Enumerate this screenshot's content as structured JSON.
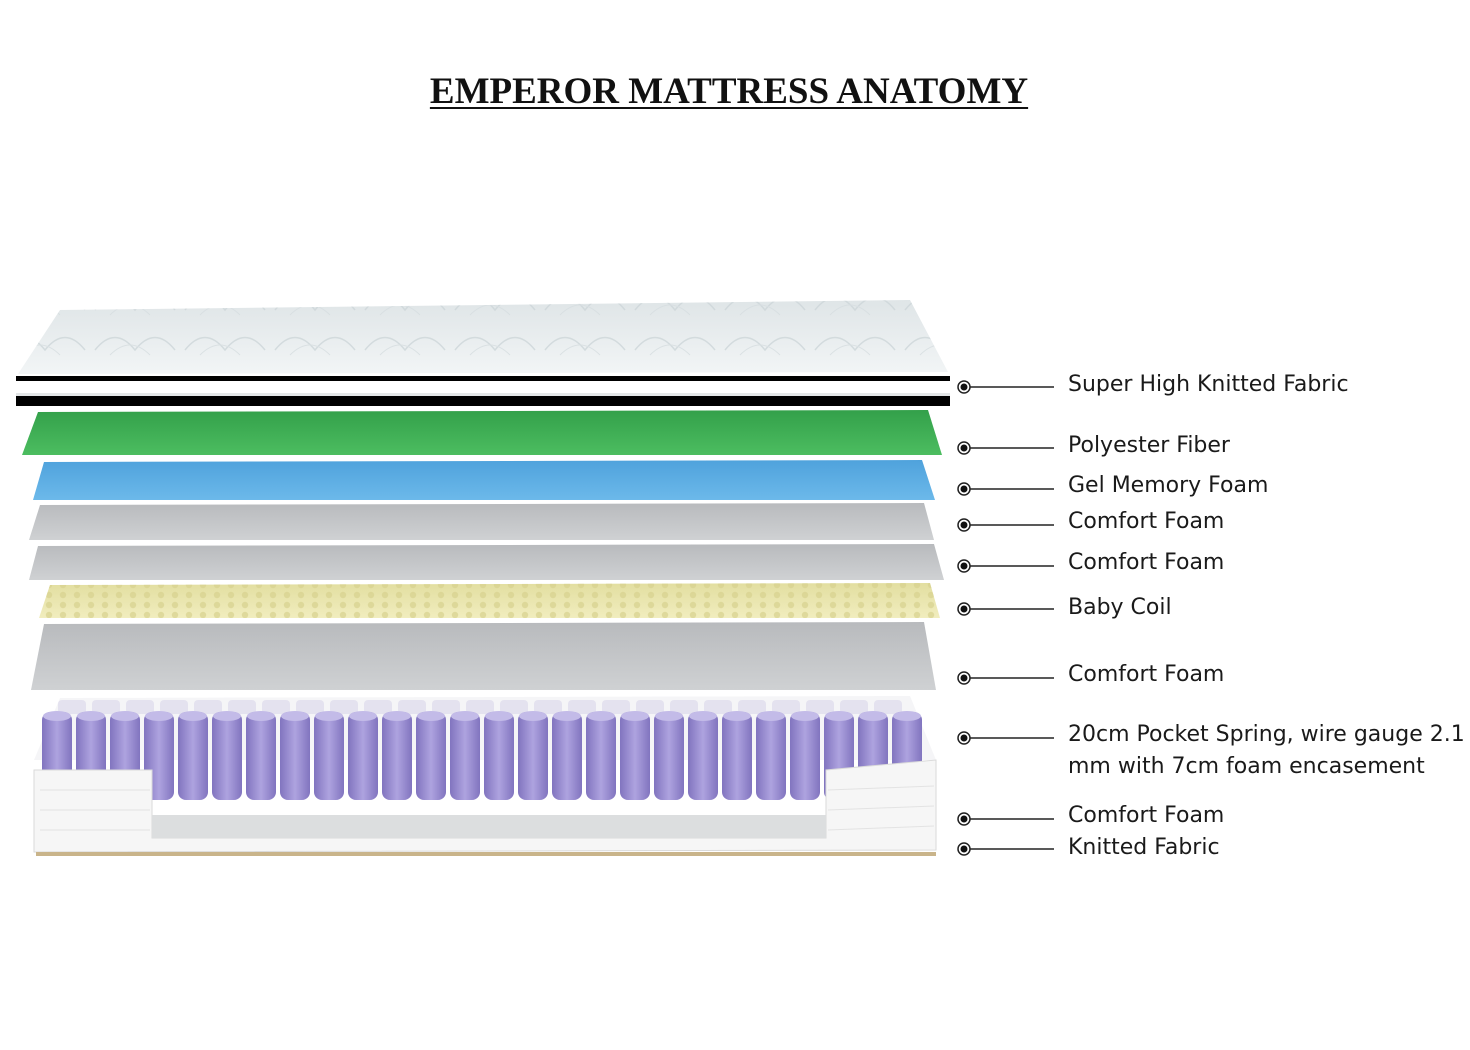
{
  "title": "EMPEROR MATTRESS ANATOMY",
  "colors": {
    "cover_fabric": "#e9eeef",
    "polyester_fiber": "#3fae54",
    "gel_memory_foam": "#5faee3",
    "comfort_foam": "#c4c6c8",
    "baby_coil": "#ede9b4",
    "pocket_spring": "#9b8fd0",
    "knitted_fabric_border": "#f4f4f4",
    "stripe": "#000000",
    "leader_line": "#222222"
  },
  "layers": [
    {
      "label": "Super High Knitted Fabric"
    },
    {
      "label": "Polyester Fiber"
    },
    {
      "label": "Gel Memory Foam"
    },
    {
      "label": "Comfort Foam"
    },
    {
      "label": "Comfort Foam"
    },
    {
      "label": "Baby Coil"
    },
    {
      "label": "Comfort Foam"
    },
    {
      "label_line1": "20cm Pocket Spring, wire gauge 2.1",
      "label_line2": "mm with 7cm foam encasement"
    },
    {
      "label": "Comfort Foam"
    },
    {
      "label": "Knitted Fabric"
    }
  ]
}
